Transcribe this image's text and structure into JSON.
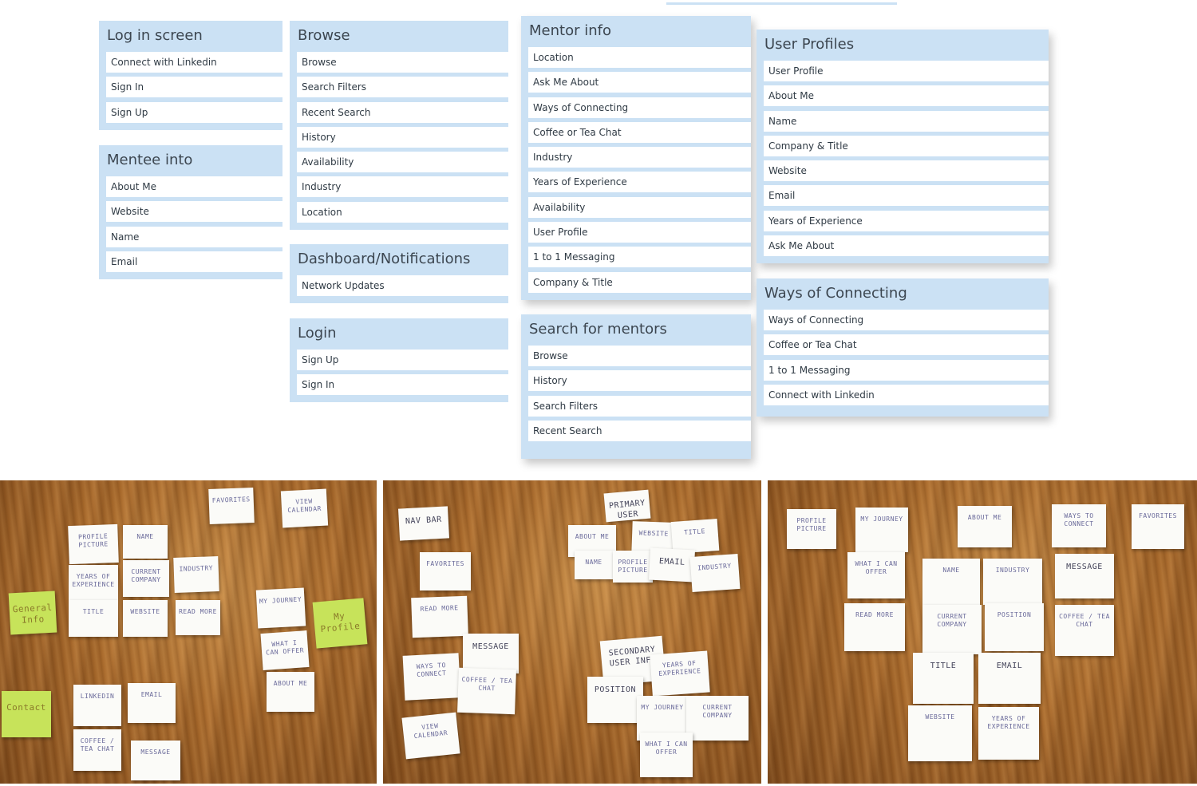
{
  "groups": [
    {
      "title": "Log in screen",
      "items": [
        "Connect with Linkedin",
        "Sign In",
        "Sign Up"
      ]
    },
    {
      "title": "Mentee into",
      "items": [
        "About Me",
        "Website",
        "Name",
        "Email"
      ]
    },
    {
      "title": "Browse",
      "items": [
        "Browse",
        "Search Filters",
        "Recent Search",
        "History",
        "Availability",
        "Industry",
        "Location"
      ]
    },
    {
      "title": "Dashboard/Notifications",
      "items": [
        "Network Updates"
      ]
    },
    {
      "title": "Login",
      "items": [
        "Sign Up",
        "Sign In"
      ]
    },
    {
      "title": "Mentor info",
      "items": [
        "Location",
        "Ask Me About",
        "Ways of Connecting",
        "Coffee or Tea Chat",
        "Industry",
        "Years of Experience",
        "Availability",
        "User Profile",
        "1 to 1 Messaging",
        "Company & Title"
      ]
    },
    {
      "title": "Search for mentors",
      "items": [
        "Browse",
        "History",
        "Search Filters",
        "Recent Search"
      ]
    },
    {
      "title": "User Profiles",
      "items": [
        "User Profile",
        "About Me",
        "Name",
        "Company & Title",
        "Website",
        "Email",
        "Years of Experience",
        "Ask Me About"
      ]
    },
    {
      "title": "Ways of Connecting",
      "items": [
        "Ways of Connecting",
        "Coffee or Tea Chat",
        "1 to 1 Messaging",
        "Connect with Linkedin"
      ]
    }
  ],
  "photos": [
    {
      "notes": [
        "FAVORITES",
        "VIEW CALENDAR",
        "PROFILE PICTURE",
        "NAME",
        "YEARS OF EXPERIENCE",
        "CURRENT COMPANY",
        "INDUSTRY",
        "General Info",
        "TITLE",
        "WEBSITE",
        "READ MORE",
        "MY JOURNEY",
        "My Profile",
        "WHAT I CAN OFFER",
        "Contact",
        "LINKEDIN",
        "EMAIL",
        "ABOUT ME",
        "COFFEE / TEA CHAT",
        "MESSAGE"
      ]
    },
    {
      "notes": [
        "NAV BAR",
        "PRIMARY USER INFO",
        "ABOUT ME",
        "WEBSITE",
        "TITLE",
        "NAME",
        "PROFILE PICTURE",
        "EMAIL",
        "INDUSTRY",
        "FAVORITES",
        "READ MORE",
        "MESSAGE",
        "WAYS TO CONNECT",
        "COFFEE / TEA CHAT",
        "SECONDARY USER INFO",
        "YEARS OF EXPERIENCE",
        "POSITION",
        "MY JOURNEY",
        "CURRENT COMPANY",
        "WHAT I CAN OFFER",
        "VIEW CALENDAR"
      ]
    },
    {
      "notes": [
        "PROFILE PICTURE",
        "MY JOURNEY",
        "ABOUT ME",
        "WAYS TO CONNECT",
        "FAVORITES",
        "WHAT I CAN OFFER",
        "NAME",
        "INDUSTRY",
        "MESSAGE",
        "READ MORE",
        "CURRENT COMPANY",
        "POSITION",
        "COFFEE / TEA CHAT",
        "TITLE",
        "EMAIL",
        "WEBSITE",
        "YEARS OF EXPERIENCE"
      ]
    }
  ]
}
